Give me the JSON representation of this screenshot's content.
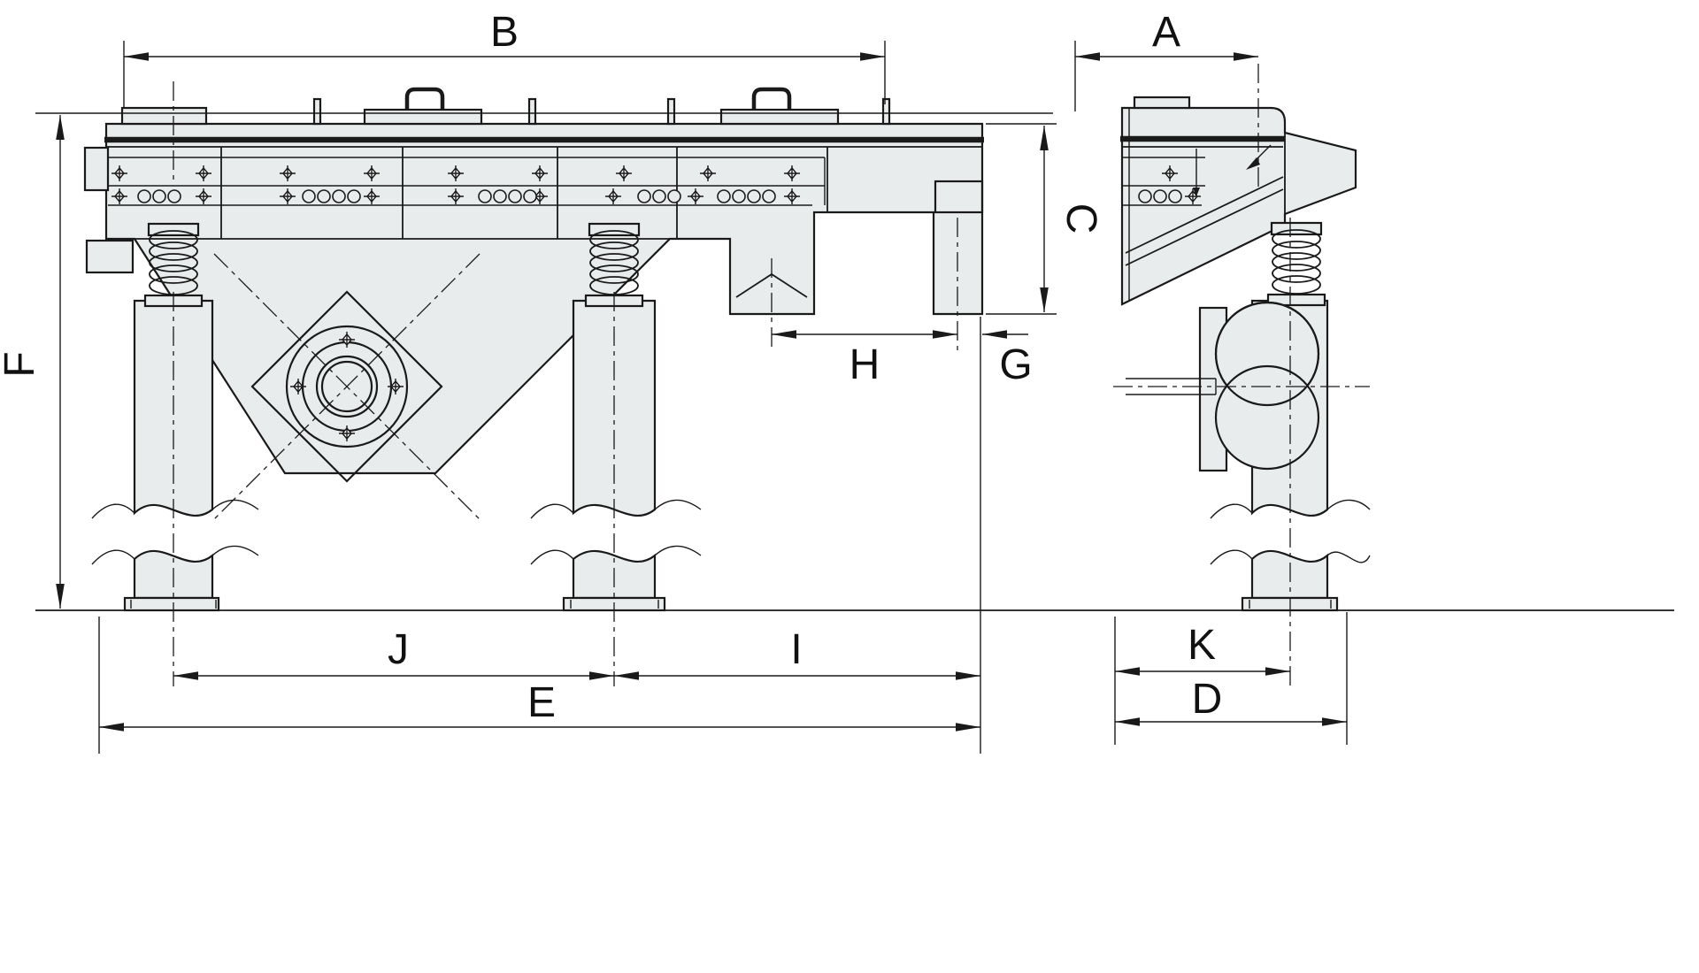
{
  "colors": {
    "line": "#1a1a1a",
    "fill": "#e9ecec",
    "background": "#ffffff"
  },
  "dims": {
    "A": "A",
    "B": "B",
    "C": "C",
    "D": "D",
    "E": "E",
    "F": "F",
    "G": "G",
    "H": "H",
    "I": "I",
    "J": "J",
    "K": "K"
  }
}
